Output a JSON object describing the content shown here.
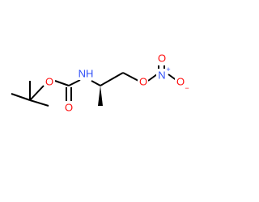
{
  "molecule": {
    "atoms": {
      "o_ester": {
        "label": "O",
        "color": "#ff0d0d"
      },
      "o_carbonyl": {
        "label": "O",
        "color": "#ff0d0d"
      },
      "n_amide": {
        "label": "NH",
        "color": "#3050f8"
      },
      "o_nitrate": {
        "label": "O",
        "color": "#ff0d0d"
      },
      "n_nitro": {
        "label": "N",
        "color": "#3050f8",
        "charge": "+"
      },
      "o_nitro_top": {
        "label": "O",
        "color": "#ff0d0d"
      },
      "o_nitro_right": {
        "label": "O",
        "color": "#ff0d0d",
        "charge": "−"
      }
    },
    "bond_color": "#000000"
  }
}
